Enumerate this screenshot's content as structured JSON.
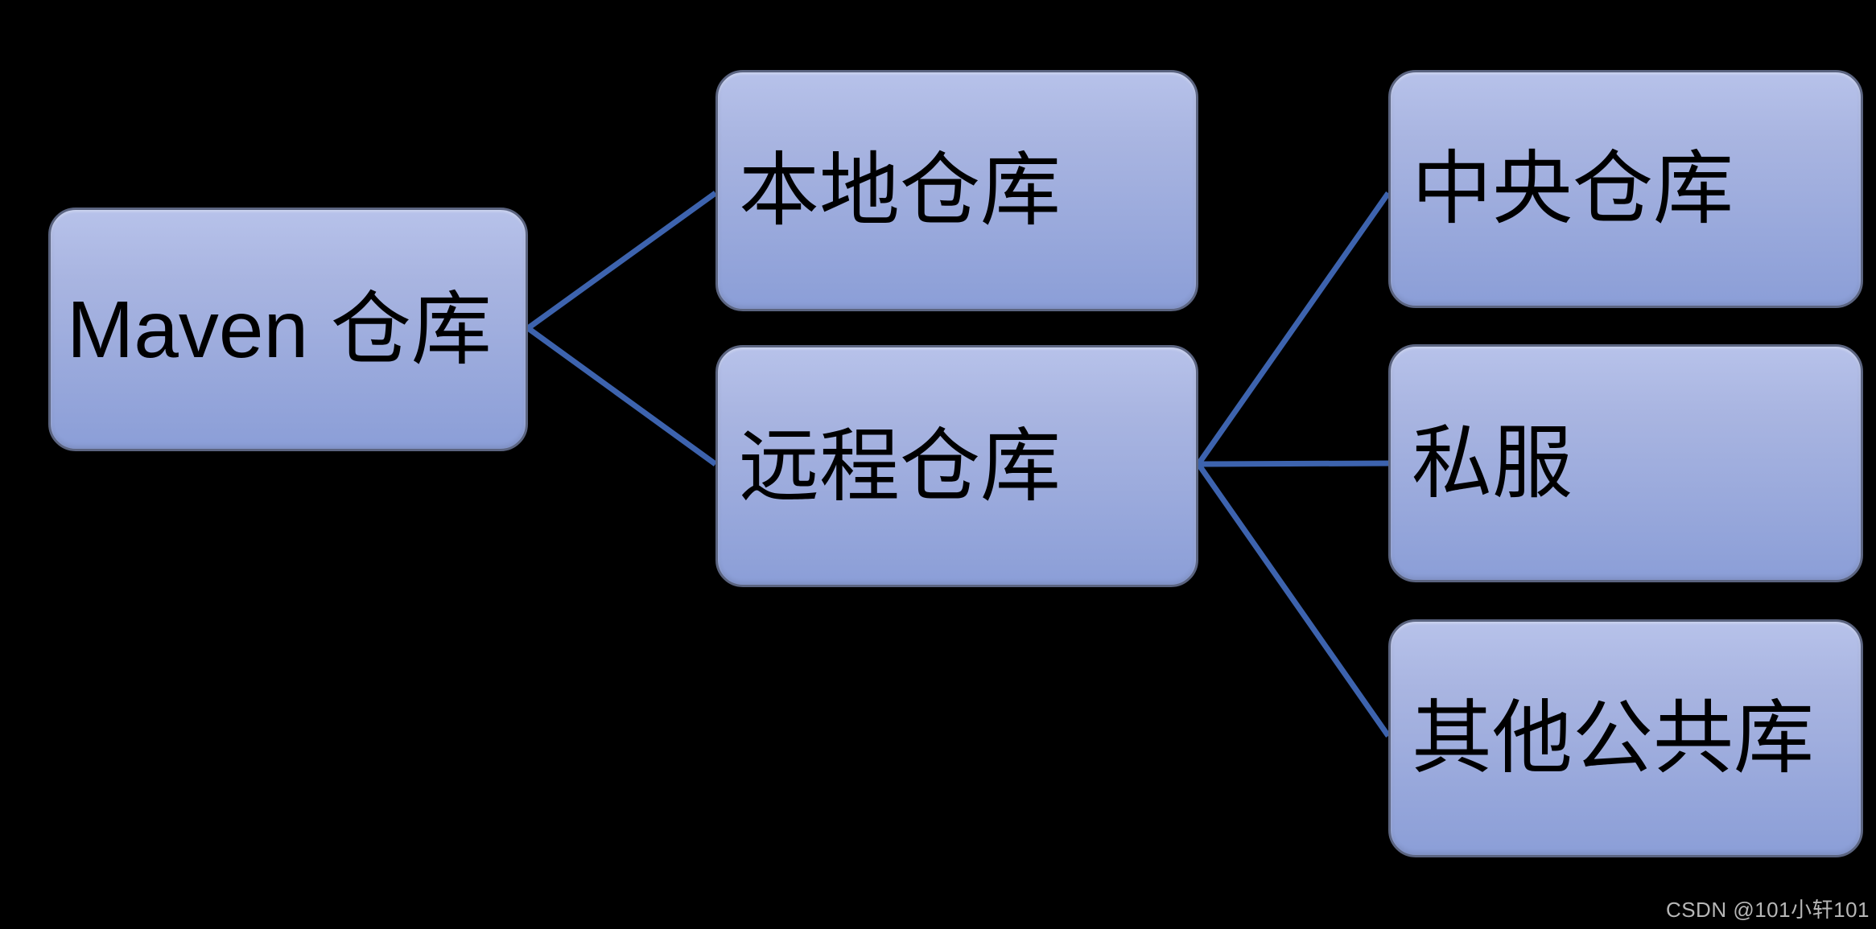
{
  "diagram": {
    "type": "hierarchy",
    "nodes": {
      "maven": {
        "id": "maven",
        "label": "Maven 仓库"
      },
      "local": {
        "id": "local",
        "label": "本地仓库"
      },
      "remote": {
        "id": "remote",
        "label": "远程仓库"
      },
      "central": {
        "id": "central",
        "label": "中央仓库"
      },
      "private": {
        "id": "private",
        "label": "私服"
      },
      "other": {
        "id": "other",
        "label": "其他公共库"
      }
    },
    "edges": [
      {
        "from": "maven",
        "to": "local"
      },
      {
        "from": "maven",
        "to": "remote"
      },
      {
        "from": "remote",
        "to": "central"
      },
      {
        "from": "remote",
        "to": "private"
      },
      {
        "from": "remote",
        "to": "other"
      }
    ]
  },
  "watermark": {
    "text": "CSDN @101小轩101"
  },
  "colors": {
    "background": "#000000",
    "node_fill_top": "#b7c2ea",
    "node_fill_mid": "#a9b5e1",
    "node_fill_bottom": "#8b9ed7",
    "node_border": "#5b6480",
    "node_text": "#000000",
    "connector": "#3d63ae",
    "watermark": "#b7b7b7"
  }
}
